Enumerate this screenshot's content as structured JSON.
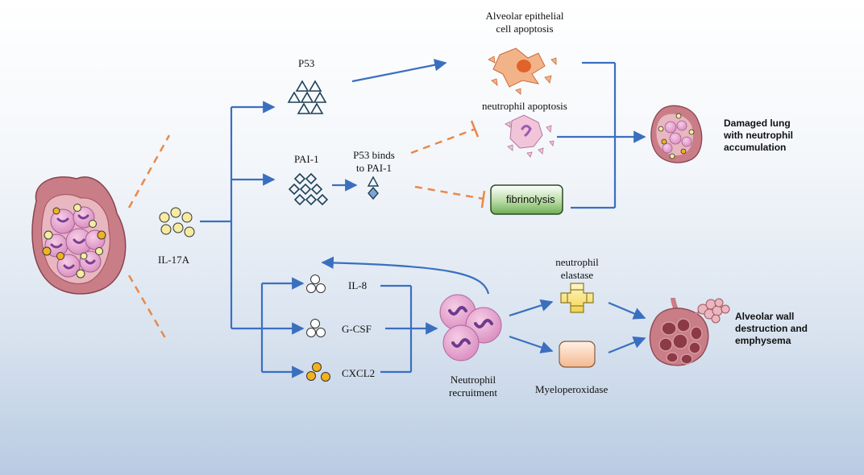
{
  "labels": {
    "il17a": "IL-17A",
    "p53": "P53",
    "pai1": "PAI-1",
    "p53_binds": "P53 binds\nto PAI-1",
    "alveolar_apoptosis": "Alveolar epithelial\ncell apoptosis",
    "neutrophil_apoptosis": "neutrophil apoptosis",
    "fibrinolysis": "fibrinolysis",
    "damaged_lung": "Damaged lung\nwith neutrophil\naccumulation",
    "il8": "IL-8",
    "gcsf": "G-CSF",
    "cxcl2": "CXCL2",
    "neutrophil_recruitment": "Neutrophil\nrecruitment",
    "neutrophil_elastase": "neutrophil\nelastase",
    "myeloperoxidase": "Myeloperoxidase",
    "alveolar_wall": "Alveolar wall\ndestruction and\nemphysema"
  },
  "colors": {
    "arrow": "#3a6fc0",
    "inhibit": "#e8894a",
    "lung_pink": "#d98b95",
    "cell_pink": "#e7a9d0",
    "nucleus": "#8b55a8",
    "yellow_dot": "#f6eba0",
    "orange_dot": "#f2b11f",
    "fibrinolysis_fill": "#7fbd64",
    "triangle_outline": "#1f4057"
  },
  "icons": [
    "lung-tissue-with-neutrophils-icon",
    "il17a-molecules-icon",
    "p53-triangles-icon",
    "pai1-diamonds-icon",
    "p53-pai1-complex-icon",
    "alveolar-epithelial-cell-icon",
    "apoptotic-neutrophil-icon",
    "damaged-lung-icon",
    "neutrophil-cluster-icon",
    "elastase-shape-icon",
    "myeloperoxidase-shape-icon",
    "emphysema-lung-icon"
  ]
}
